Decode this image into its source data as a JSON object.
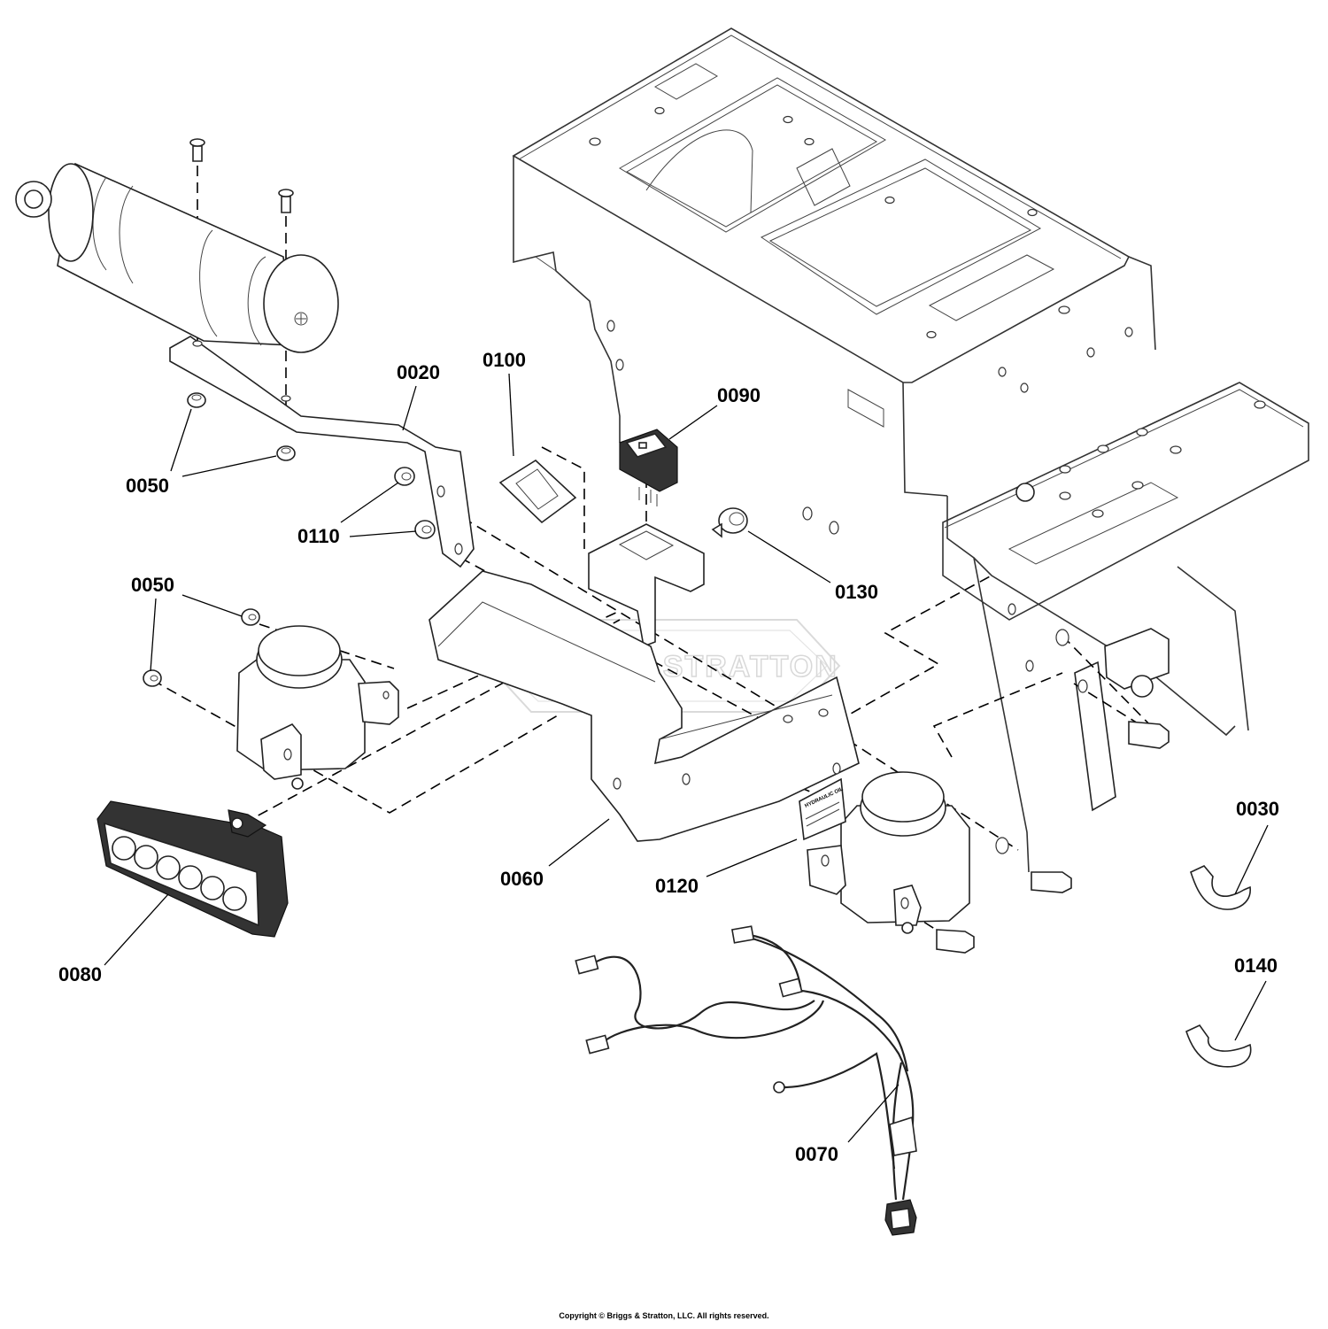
{
  "watermark": "BRIGGS & STRATTON",
  "decal_text": "HYDRAULIC OIL",
  "copyright": "Copyright © Briggs & Stratton, LLC. All rights reserved.",
  "callouts": [
    {
      "id": "c0020",
      "text": "0020"
    },
    {
      "id": "c0100",
      "text": "0100"
    },
    {
      "id": "c0090",
      "text": "0090"
    },
    {
      "id": "c0050a",
      "text": "0050"
    },
    {
      "id": "c0110",
      "text": "0110"
    },
    {
      "id": "c0130",
      "text": "0130"
    },
    {
      "id": "c0050b",
      "text": "0050"
    },
    {
      "id": "c0060",
      "text": "0060"
    },
    {
      "id": "c0120",
      "text": "0120"
    },
    {
      "id": "c0080",
      "text": "0080"
    },
    {
      "id": "c0030",
      "text": "0030"
    },
    {
      "id": "c0140",
      "text": "0140"
    },
    {
      "id": "c0070",
      "text": "0070"
    }
  ]
}
